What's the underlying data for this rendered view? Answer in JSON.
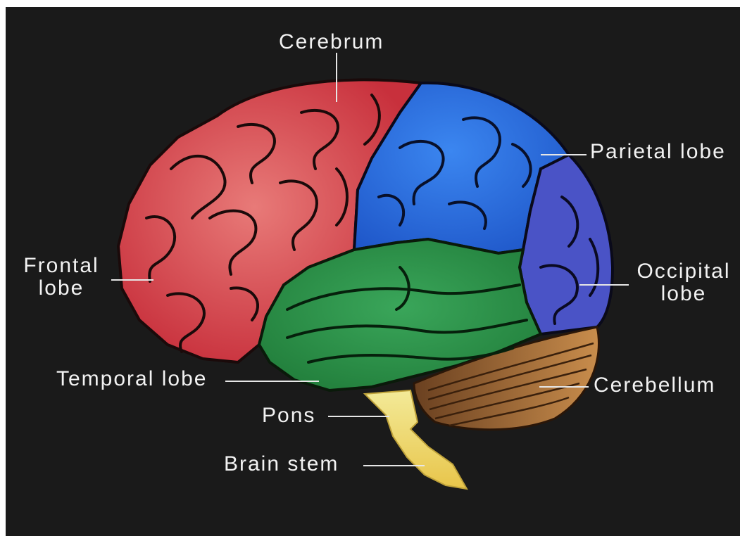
{
  "diagram": {
    "labels": {
      "cerebrum": "Cerebrum",
      "parietal_lobe": "Parietal lobe",
      "frontal_lobe": [
        "Frontal",
        "lobe"
      ],
      "occipital_lobe": [
        "Occipital",
        "lobe"
      ],
      "temporal_lobe": "Temporal lobe",
      "cerebellum": "Cerebellum",
      "pons": "Pons",
      "brain_stem": "Brain stem"
    },
    "colors": {
      "background": "#1a1a1a",
      "frontal_lobe": "#d9535c",
      "parietal_lobe": "#2f6fe0",
      "occipital_lobe": "#4b55c8",
      "temporal_lobe": "#2e9146",
      "cerebellum": "#b07a3e",
      "brain_stem": "#f2e07a",
      "label_text": "#f2f2f2"
    }
  }
}
